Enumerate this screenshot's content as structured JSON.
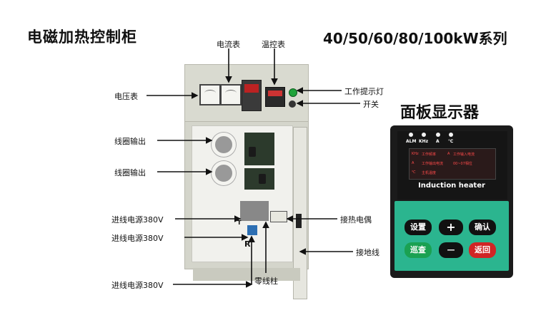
{
  "title": "电磁加热控制柜",
  "series": "40/50/60/80/100kW系列",
  "panel_title": "面板显示器",
  "labels": {
    "ammeter": "电流表",
    "temp_ctrl": "温控表",
    "voltmeter": "电压表",
    "work_lamp": "工作提示灯",
    "switch": "开关",
    "coil_out_1": "线圈输出",
    "coil_out_2": "线圈输出",
    "power_in_1": "进线电源380V",
    "power_in_2": "进线电源380V",
    "power_in_3": "进线电源380V",
    "thermocouple": "接热电偶",
    "ground": "接地线",
    "neutral": "零线柱",
    "r_mark": "R",
    "t_mark": "T"
  },
  "display_panel": {
    "indicators": [
      "ALM",
      "KHz",
      "A",
      "℃"
    ],
    "screen_rows": [
      {
        "tag": "KHz",
        "left": "工作频率",
        "mid": "A",
        "right": "工作输入电流"
      },
      {
        "tag": "A",
        "left": "工作输出电流",
        "mid": "",
        "right": "00~07相位"
      },
      {
        "tag": "℃",
        "left": "主机温度",
        "mid": "",
        "right": ""
      }
    ],
    "brand": "Induction heater",
    "keys": {
      "setting": "设置",
      "plus": "+",
      "confirm": "确认",
      "patrol": "巡查",
      "minus": "—",
      "back": "返回"
    }
  }
}
